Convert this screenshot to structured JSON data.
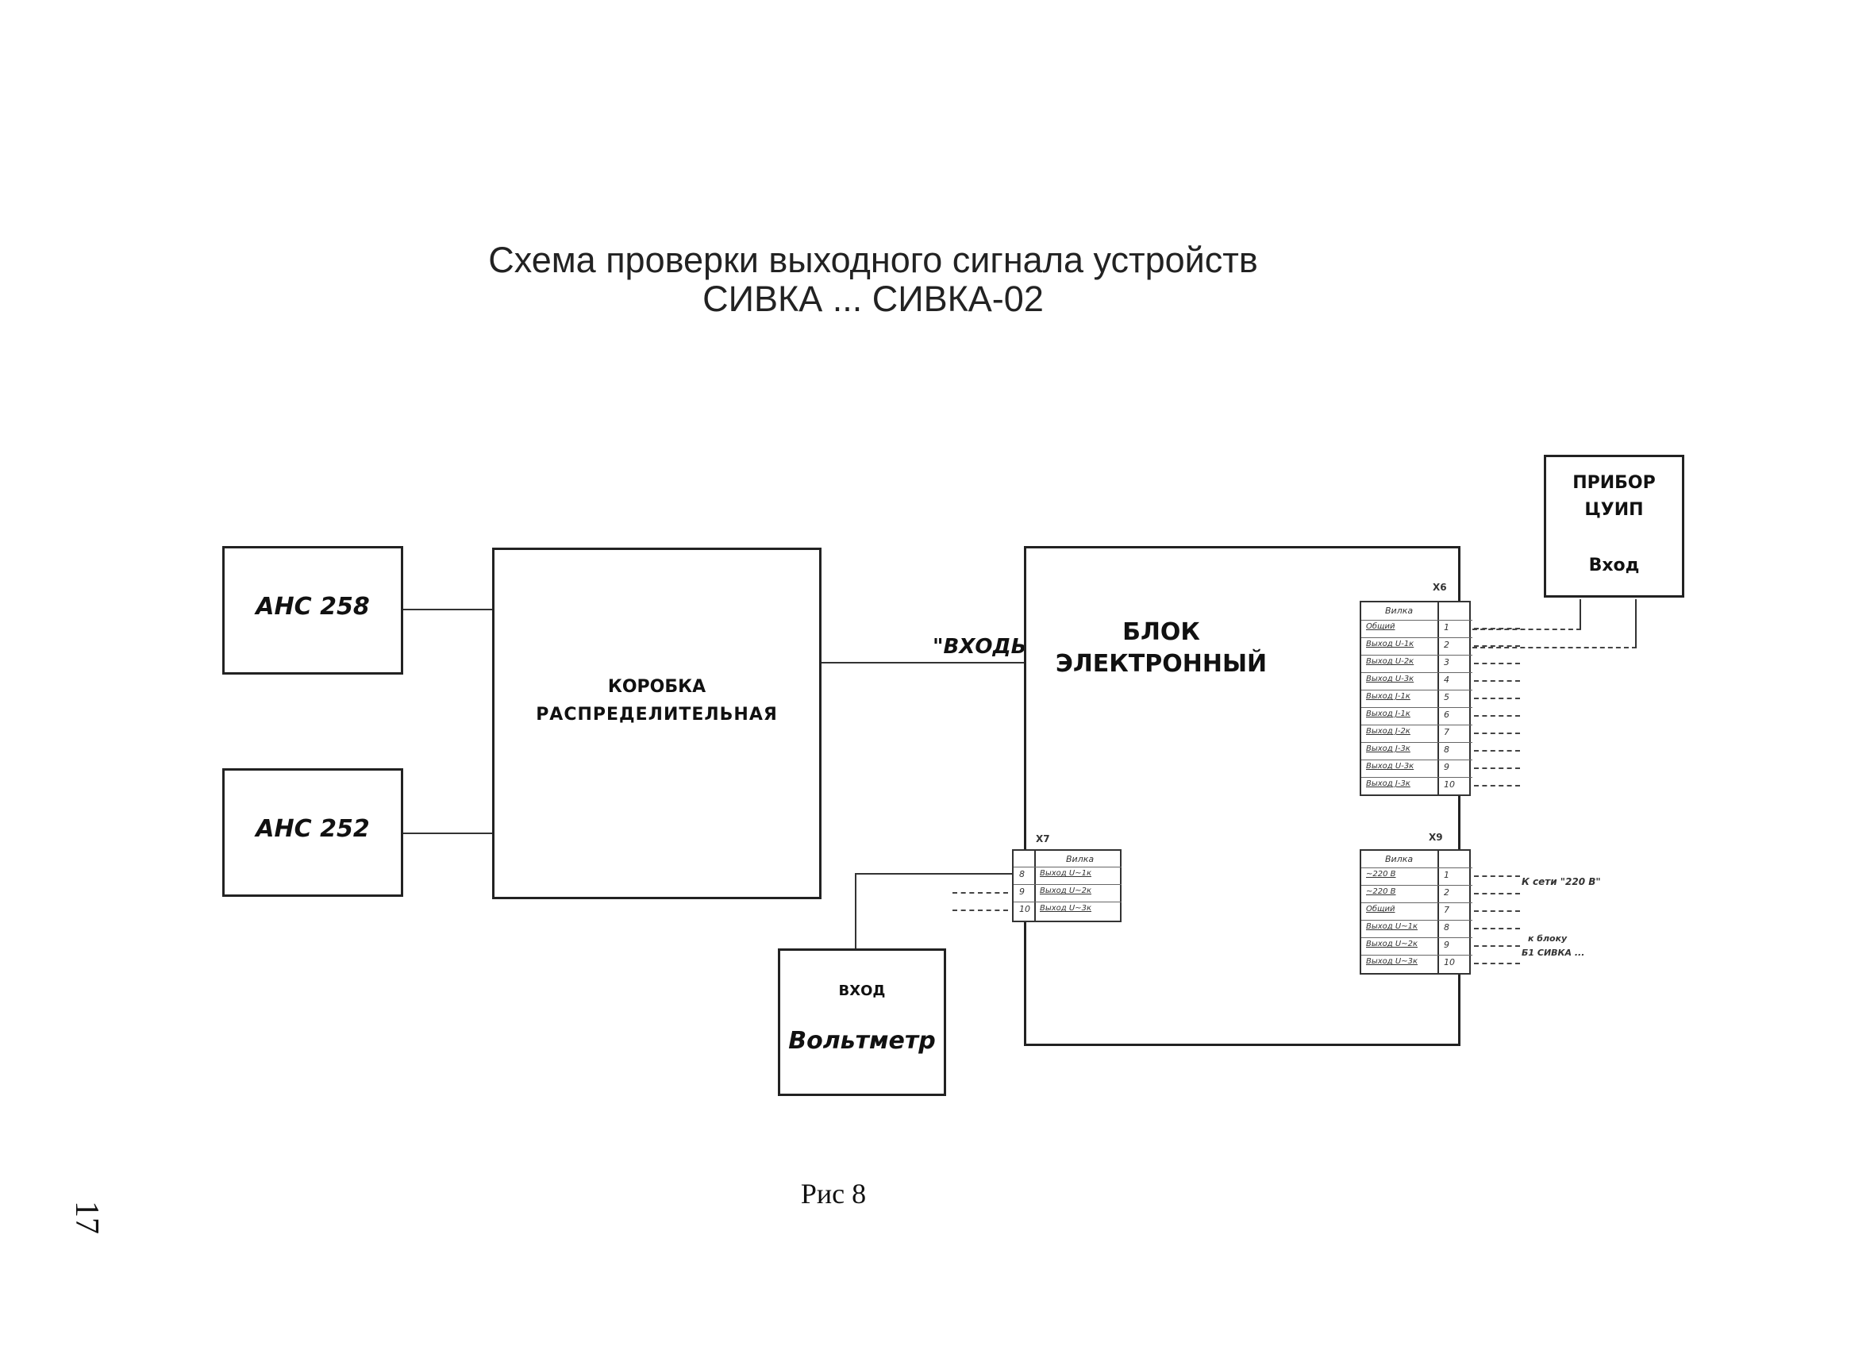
{
  "title": {
    "line1": "Схема проверки выходного сигнала устройств",
    "line2": "СИВКА ... СИВКА-02"
  },
  "blocks": {
    "ahc258": "АНС 258",
    "ahc252": "АНС 252",
    "korobka_line1": "КОРОБКА",
    "korobka_line2": "РАСПРЕДЕЛИТЕЛЬНАЯ",
    "blok_line1": "БЛОК",
    "blok_line2": "ЭЛЕКТРОННЫЙ",
    "pribor_line1": "ПРИБОР",
    "pribor_line2": "ЦУИП",
    "pribor_line3": "Вход",
    "voltmeter_input": "ВХОД",
    "voltmeter_name": "Вольтметр"
  },
  "labels": {
    "inputs": "\"ВХОДЫ\"",
    "x6": "X6",
    "x7": "X7",
    "x9": "X9",
    "k_seti": "К сети \"220 В\"",
    "k_bloku": "к блоку",
    "b1_sivka": "Б1 СИВКА ...",
    "x6_header": "Вилка",
    "x7_header": "Вилка",
    "x9_header": "Вилка"
  },
  "connector_x6": {
    "pins": [
      "1",
      "2",
      "3",
      "4",
      "5",
      "6",
      "7",
      "8",
      "9",
      "10"
    ],
    "names": [
      "Общий",
      "Выход U-1к",
      "Выход U-2к",
      "Выход U-3к",
      "Выход J-1к",
      "Выход J-1к",
      "Выход J-2к",
      "Выход J-3к",
      "Выход U-3к",
      "Выход J-3к"
    ]
  },
  "connector_x7": {
    "pins": [
      "8",
      "9",
      "10"
    ],
    "names": [
      "Выход U~1к",
      "Выход U~2к",
      "Выход U~3к"
    ]
  },
  "connector_x9": {
    "pins": [
      "1",
      "2",
      "7",
      "8",
      "9",
      "10"
    ],
    "names": [
      "~220 В",
      "~220 В",
      "Общий",
      "Выход U~1к",
      "Выход U~2к",
      "Выход U~3к"
    ]
  },
  "caption": "Рис 8",
  "page_number": "17"
}
